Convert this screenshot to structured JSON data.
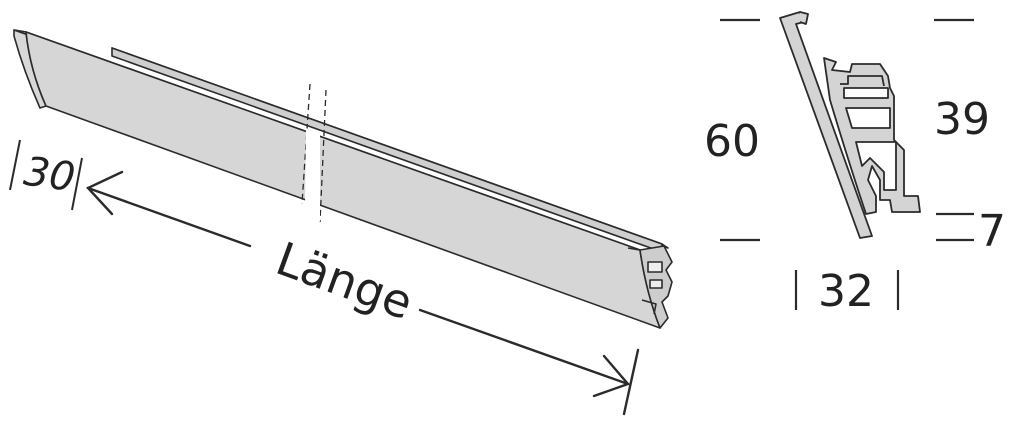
{
  "labels": {
    "length": "Länge",
    "depth": "30",
    "total_height": "60",
    "upper_height": "39",
    "lower_height": "7",
    "width": "32"
  },
  "colors": {
    "profile_fill": "#dcdcdc",
    "profile_face": "#d4d4d4",
    "profile_top": "#e6e6e6",
    "stroke": "#2b2b2b",
    "text": "#222222"
  }
}
